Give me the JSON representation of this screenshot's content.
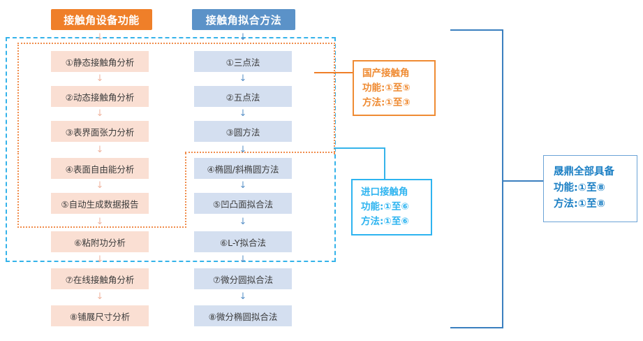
{
  "headers": {
    "functions": "接触角设备功能",
    "methods": "接触角拟合方法"
  },
  "columns": {
    "functions": [
      "①静态接触角分析",
      "②动态接触角分析",
      "③表界面张力分析",
      "④表面自由能分析",
      "⑤自动生成数据报告",
      "⑥粘附功分析",
      "⑦在线接触角分析",
      "⑧铺展尺寸分析"
    ],
    "methods": [
      "①三点法",
      "②五点法",
      "③圆方法",
      "④椭圆/斜椭圆方法",
      "⑤凹凸面拟合法",
      "⑥L-Y拟合法",
      "⑦微分圆拟合法",
      "⑧微分椭圆拟合法"
    ]
  },
  "callouts": {
    "domestic": {
      "title": "国产接触角",
      "functions": "功能:①至⑤",
      "methods": "方法:①至③"
    },
    "imported": {
      "title": "进口接触角",
      "functions": "功能:①至⑥",
      "methods": "方法:①至⑥"
    },
    "all": {
      "title": "晟鼎全部具备",
      "functions": "功能:①至⑧",
      "methods": "方法:①至⑧"
    }
  },
  "arrow_glyph": "↓",
  "colors": {
    "header_orange": "#ef7f29",
    "header_blue": "#5b92c8",
    "box_pink": "#fadfd3",
    "box_blue": "#d4dff0",
    "dash_blue": "#35b3ea",
    "dot_orange": "#f08c4b",
    "callout_orange": "#ef8b33",
    "callout_blue": "#2eb4f0",
    "bracket_blue": "#3a7fbf",
    "callout_all_text": "#1b7fc4"
  }
}
